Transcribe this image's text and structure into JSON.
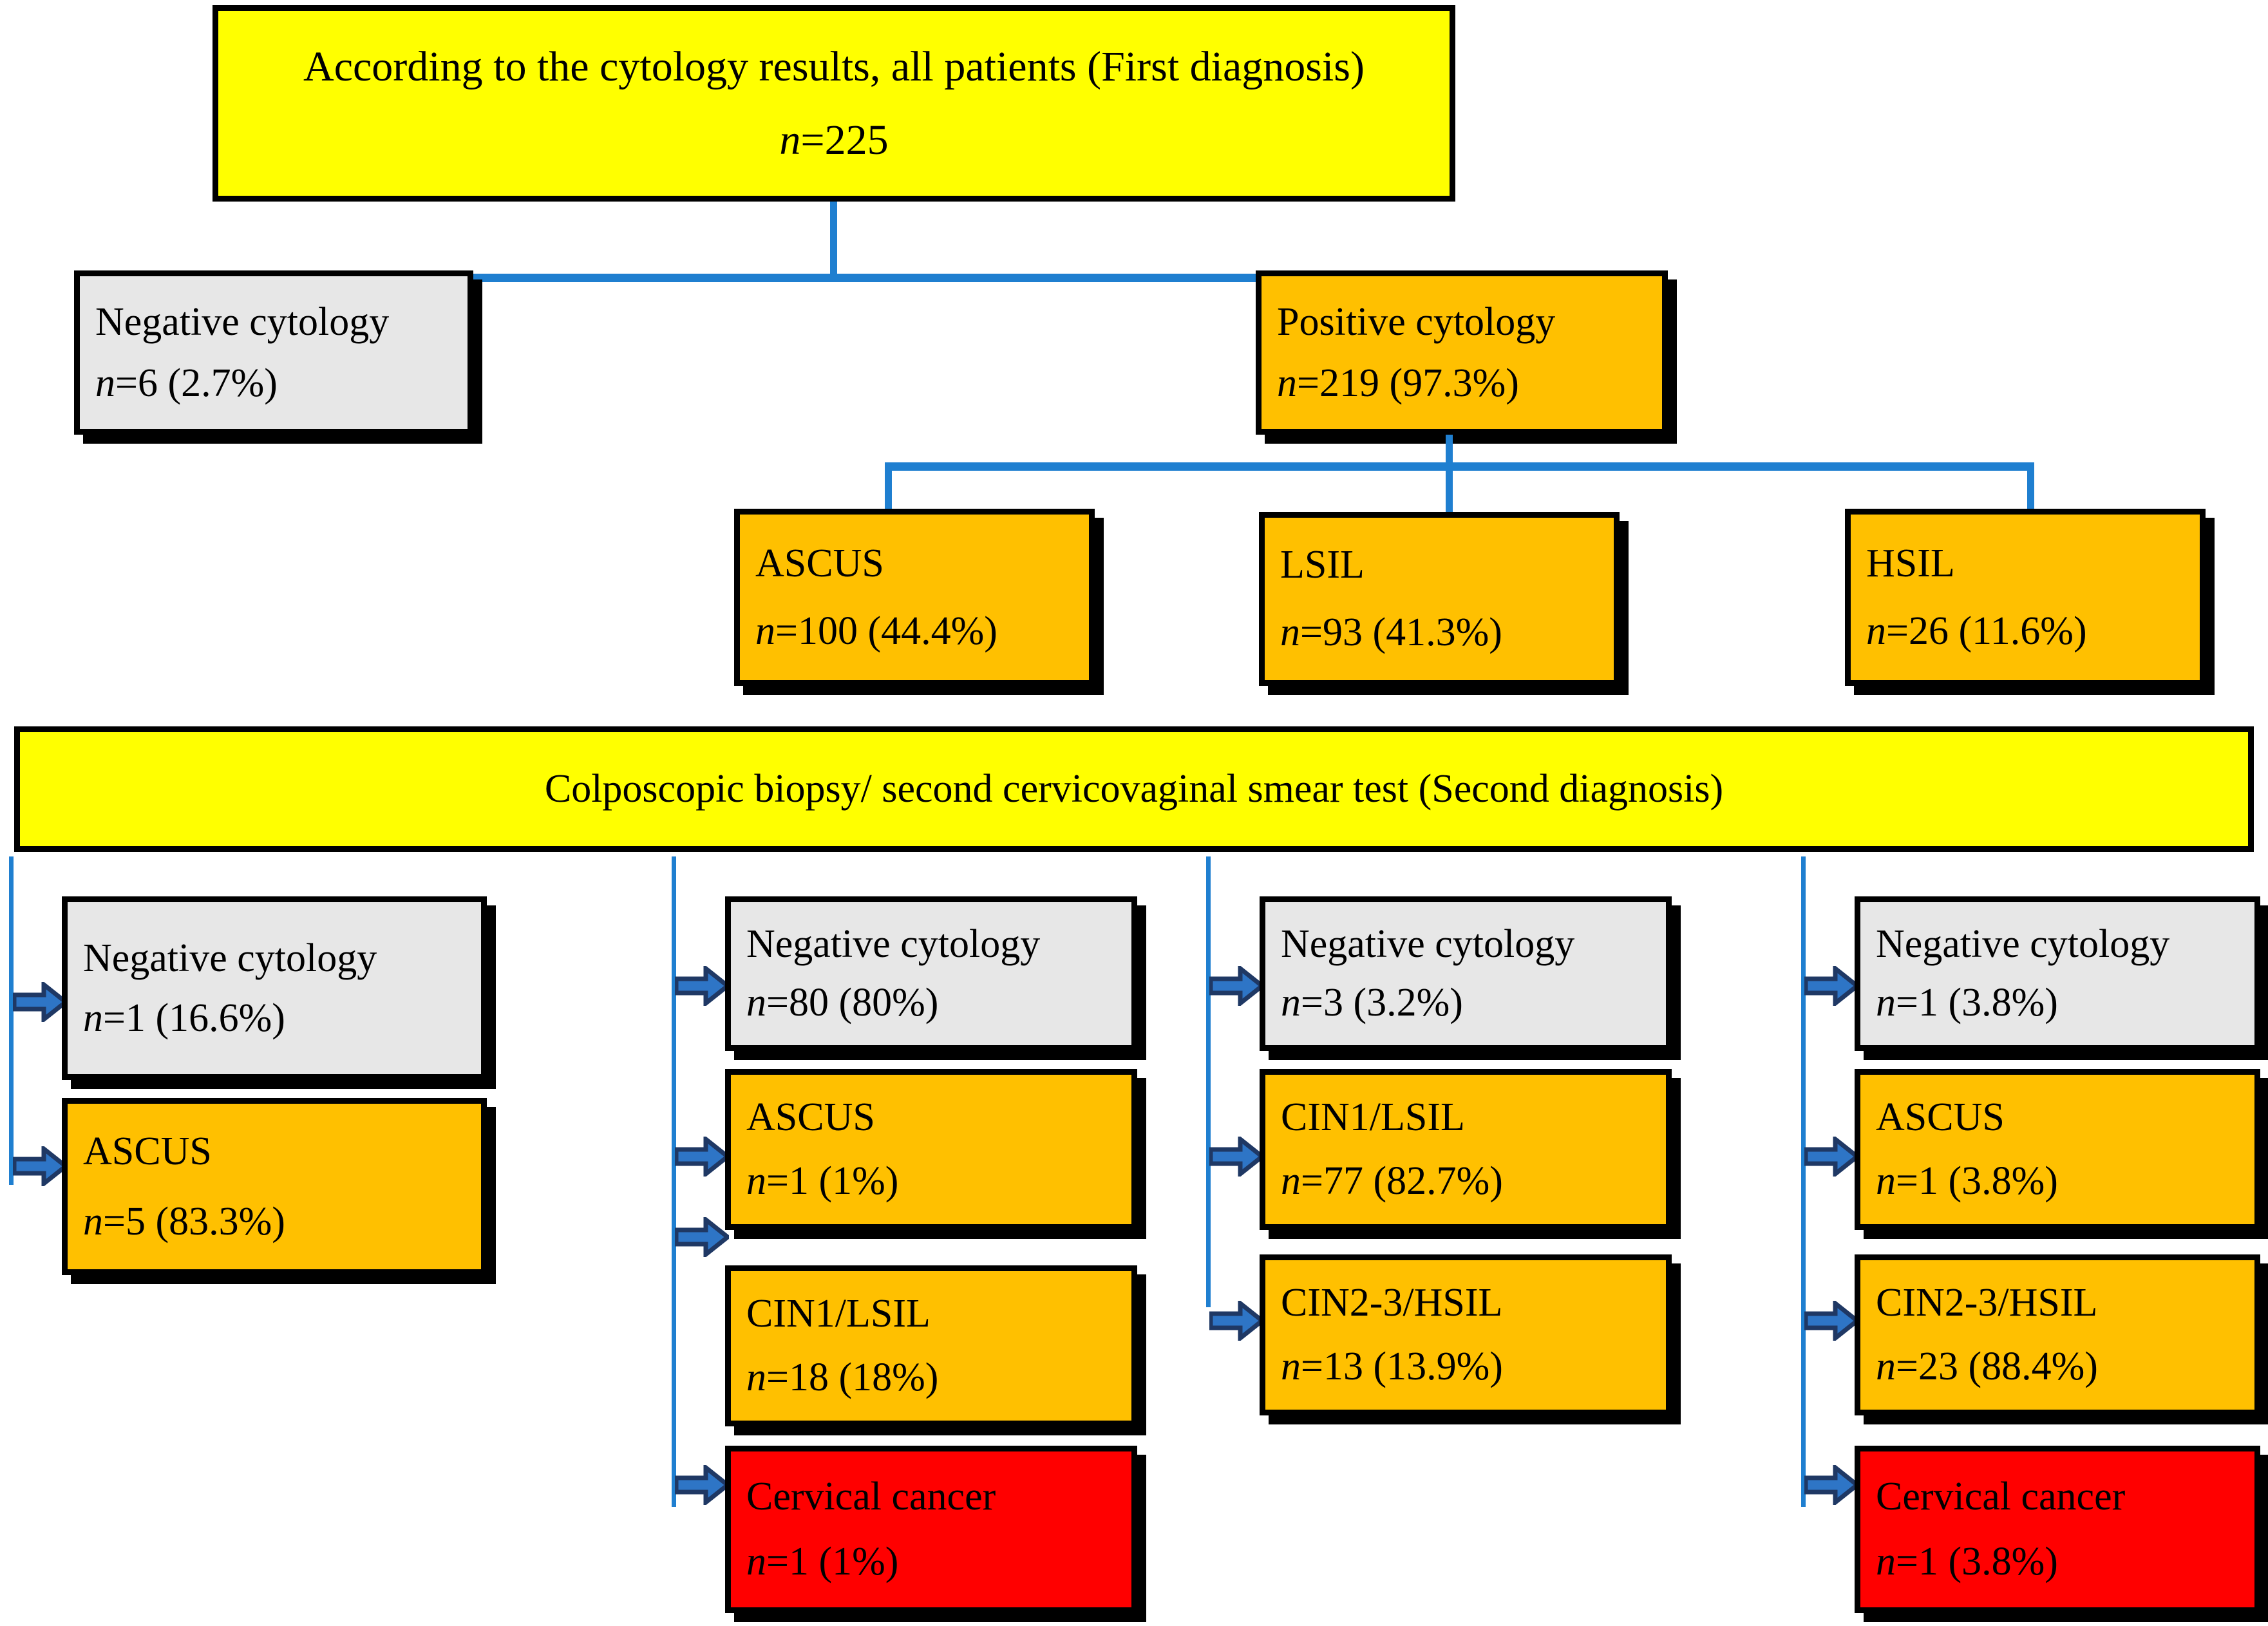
{
  "colors": {
    "yellow": "#FFFF00",
    "orange": "#FFC000",
    "grey": "#E7E7E7",
    "red": "#FF0000",
    "connector_blue": "#1F7FD0",
    "arrow_fill": "#2E75C6",
    "arrow_outline": "#1F3864",
    "border_black": "#000000"
  },
  "level1": {
    "title": "According to the cytology results, all patients (First diagnosis)",
    "count_prefix": "n",
    "count": "=225"
  },
  "level2": [
    {
      "label": "Negative cytology",
      "n_prefix": "n",
      "n_value": "=6 (2.7%)",
      "fill": "grey"
    },
    {
      "label": "Positive cytology",
      "n_prefix": "n",
      "n_value": "=219 (97.3%)",
      "fill": "orange"
    }
  ],
  "level3": [
    {
      "label": "ASCUS",
      "n_prefix": "n",
      "n_value": "=100 (44.4%)",
      "fill": "orange"
    },
    {
      "label": "LSIL",
      "n_prefix": "n",
      "n_value": "=93 (41.3%)",
      "fill": "orange"
    },
    {
      "label": "HSIL",
      "n_prefix": "n",
      "n_value": "=26 (11.6%)",
      "fill": "orange"
    }
  ],
  "second_banner": {
    "title": "Colposcopic biopsy/ second cervicovaginal smear test (Second diagnosis)"
  },
  "columns": [
    {
      "group": "negative-cytology-followup",
      "items": [
        {
          "label": "Negative cytology",
          "n_prefix": "n",
          "n_value": "=1 (16.6%)",
          "fill": "grey"
        },
        {
          "label": "ASCUS",
          "n_prefix": "n",
          "n_value": "=5 (83.3%)",
          "fill": "orange"
        }
      ]
    },
    {
      "group": "ascus-followup",
      "items": [
        {
          "label": "Negative cytology",
          "n_prefix": "n",
          "n_value": "=80 (80%)",
          "fill": "grey"
        },
        {
          "label": "ASCUS",
          "n_prefix": "n",
          "n_value": "=1 (1%)",
          "fill": "orange"
        },
        {
          "label": "CIN1/LSIL",
          "n_prefix": "n",
          "n_value": "=18 (18%)",
          "fill": "orange"
        },
        {
          "label": "Cervical cancer",
          "n_prefix": "n",
          "n_value": "=1 (1%)",
          "fill": "red"
        }
      ]
    },
    {
      "group": "lsil-followup",
      "items": [
        {
          "label": "Negative cytology",
          "n_prefix": "n",
          "n_value": "=3 (3.2%)",
          "fill": "grey"
        },
        {
          "label": "CIN1/LSIL",
          "n_prefix": "n",
          "n_value": "=77 (82.7%)",
          "fill": "orange"
        },
        {
          "label": "CIN2-3/HSIL",
          "n_prefix": "n",
          "n_value": "=13 (13.9%)",
          "fill": "orange"
        }
      ]
    },
    {
      "group": "hsil-followup",
      "items": [
        {
          "label": "Negative cytology",
          "n_prefix": "n",
          "n_value": "=1 (3.8%)",
          "fill": "grey"
        },
        {
          "label": "ASCUS",
          "n_prefix": "n",
          "n_value": "=1 (3.8%)",
          "fill": "orange"
        },
        {
          "label": "CIN2-3/HSIL",
          "n_prefix": "n",
          "n_value": "=23 (88.4%)",
          "fill": "orange"
        },
        {
          "label": "Cervical cancer",
          "n_prefix": "n",
          "n_value": "=1 (3.8%)",
          "fill": "red"
        }
      ]
    }
  ]
}
